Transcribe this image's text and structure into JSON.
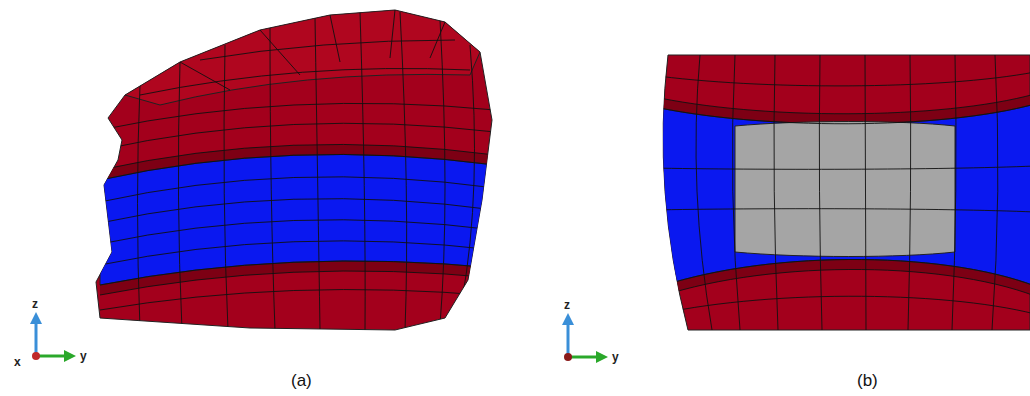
{
  "diagram": {
    "labels": [
      "z",
      "y",
      "x",
      "(a)",
      "z",
      "y",
      "(b)"
    ]
  }
}
